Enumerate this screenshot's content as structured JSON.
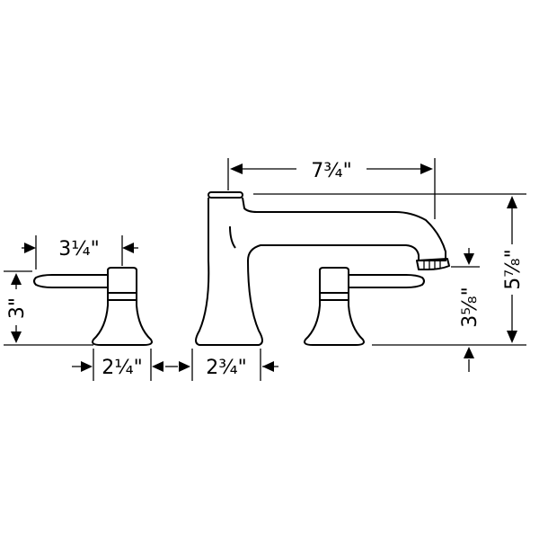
{
  "dimensions": {
    "spout_reach": "7¾\"",
    "spout_height": "5⅞\"",
    "outlet_height": "3⅝\"",
    "handle_length": "3¼\"",
    "handle_height": "3\"",
    "handle_base": "2¼\"",
    "spout_base": "2¾\""
  },
  "colors": {
    "line": "#000000",
    "background": "#ffffff"
  }
}
